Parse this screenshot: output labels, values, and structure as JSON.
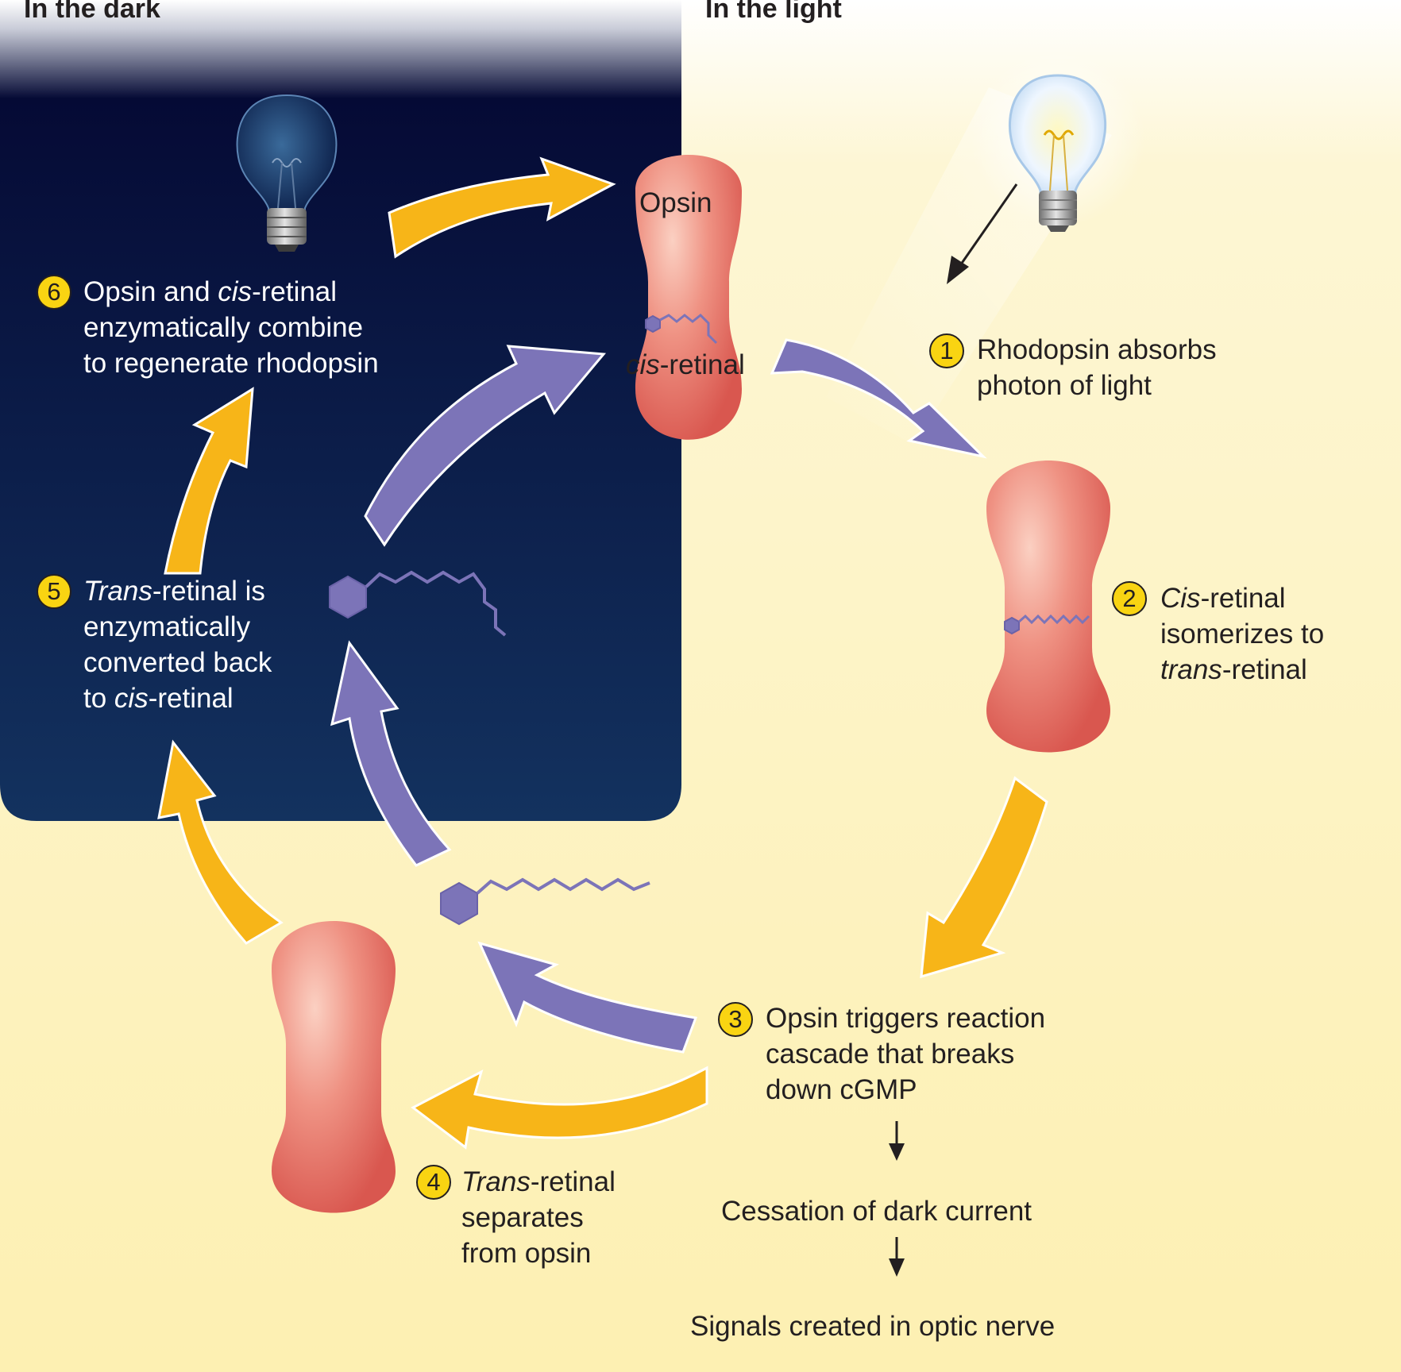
{
  "headers": {
    "dark": "In the dark",
    "light": "In the light"
  },
  "labels": {
    "opsin": "Opsin",
    "cis_retinal_prefix": "cis",
    "cis_retinal_suffix": "-retinal"
  },
  "steps": [
    {
      "number": "1",
      "lines": [
        "Rhodopsin absorbs",
        "photon of light"
      ]
    },
    {
      "number": "2",
      "line1_italic": "Cis",
      "line1_rest": "-retinal",
      "line2": "isomerizes to",
      "line3_italic": "trans",
      "line3_rest": "-retinal"
    },
    {
      "number": "3",
      "lines": [
        "Opsin triggers reaction",
        "cascade that breaks",
        "down cGMP"
      ]
    },
    {
      "number": "4",
      "line1_italic": "Trans",
      "line1_rest": "-retinal",
      "line2": "separates",
      "line3": "from opsin"
    },
    {
      "number": "5",
      "line1_italic": "Trans",
      "line1_rest": "-retinal is",
      "line2": "enzymatically",
      "line3": "converted back",
      "line4_prefix": "to ",
      "line4_italic": "cis",
      "line4_rest": "-retinal"
    },
    {
      "number": "6",
      "line1_prefix": "Opsin and ",
      "line1_italic": "cis",
      "line1_rest": "-retinal",
      "line2": "enzymatically combine",
      "line3": "to regenerate rhodopsin"
    }
  ],
  "cascade": [
    "Cessation of dark current",
    "Signals created in optic nerve"
  ],
  "colors": {
    "dark_panel": "#0a1a40",
    "light_bg": "#fdf2b8",
    "yellow_arrow": "#f7b518",
    "purple_arrow": "#7c74b8",
    "opsin": "#e8776a",
    "step_circle": "#f9d412"
  }
}
